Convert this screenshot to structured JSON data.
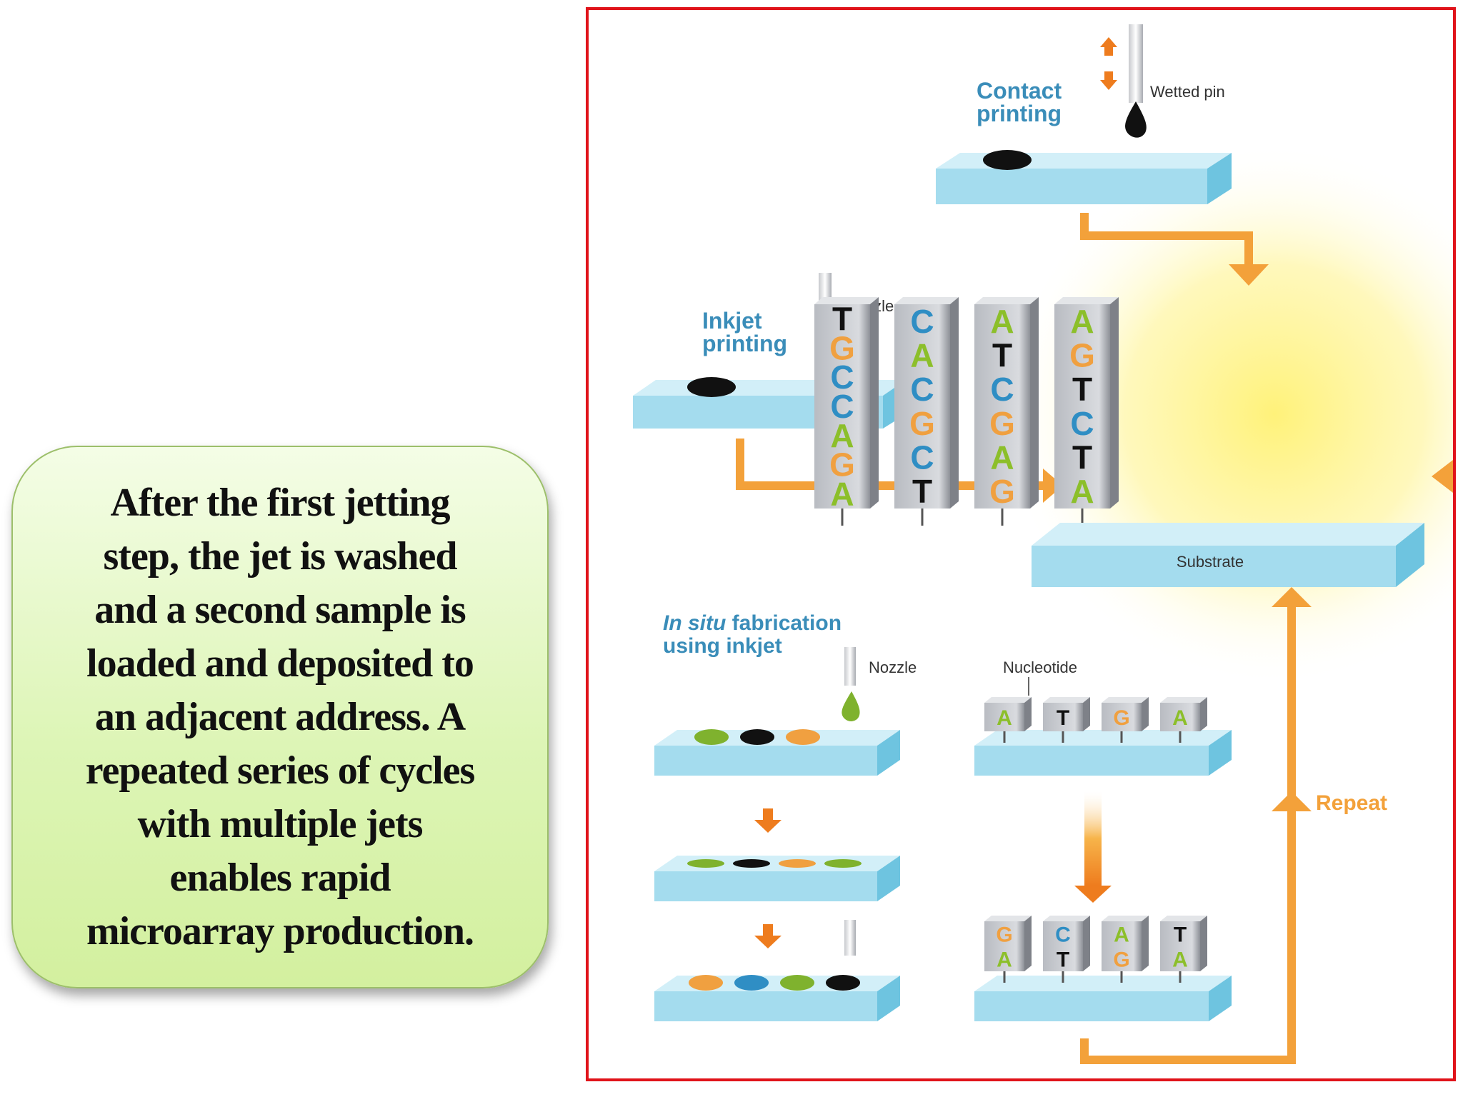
{
  "callout": {
    "lines": [
      "After the first jetting",
      "step, the jet is washed",
      "and  a second sample is",
      "loaded and deposited to",
      "an  adjacent address. A",
      "repeated series of cycles",
      "with  multiple jets",
      "enables rapid",
      "microarray  production."
    ]
  },
  "diagram": {
    "contact_printing": {
      "title_line1": "Contact",
      "title_line2": "printing",
      "pin_label": "Wetted pin"
    },
    "inkjet_printing": {
      "title_line1": "Inkjet",
      "title_line2": "printing",
      "nozzle_label": "Nozzle"
    },
    "in_situ": {
      "title_italic": "In situ",
      "title_rest": " fabrication",
      "title_line2": "using inkjet",
      "nozzle_label": "Nozzle"
    },
    "nucleotide_label": "Nucleotide",
    "substrate_label": "Substrate",
    "repeat_label": "Repeat",
    "columns": [
      [
        "T",
        "G",
        "C",
        "C",
        "A",
        "G",
        "A"
      ],
      [
        "C",
        "A",
        "C",
        "G",
        "C",
        "T"
      ],
      [
        "A",
        "T",
        "C",
        "G",
        "A",
        "G"
      ],
      [
        "A",
        "G",
        "T",
        "C",
        "T",
        "A"
      ]
    ],
    "nucleotide_blocks_top": [
      "A",
      "T",
      "G",
      "A"
    ],
    "nucleotide_blocks_bottom": [
      [
        "G",
        "A"
      ],
      [
        "C",
        "T"
      ],
      [
        "A",
        "G"
      ],
      [
        "T",
        "A"
      ]
    ],
    "colors": {
      "A": "#8cbf2a",
      "T": "#111111",
      "C": "#2f8ec4",
      "G": "#f0a040",
      "arrow": "#f3a13a",
      "slab_top": "#c9ecf6",
      "slab_side": "#7fcde6",
      "frame": "#e0131a"
    }
  }
}
